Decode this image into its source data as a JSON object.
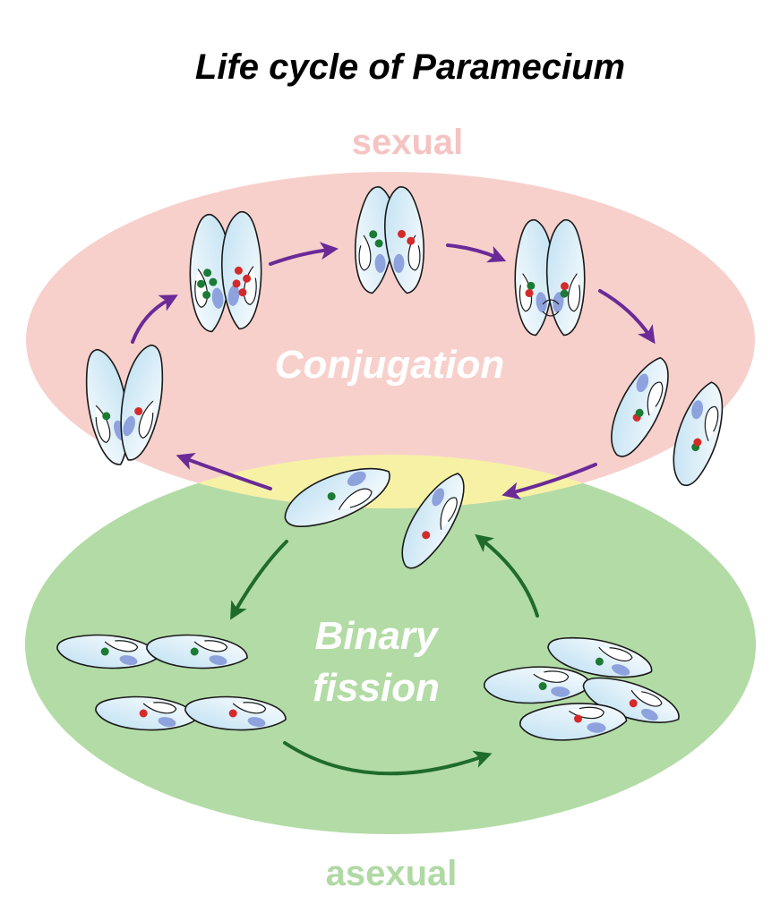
{
  "title": "Life cycle of Paramecium",
  "labels": {
    "sexual": "sexual",
    "asexual": "asexual",
    "conjugation": "Conjugation",
    "binary_line1": "Binary",
    "binary_line2": "fission"
  },
  "colors": {
    "sexual_zone": "#f7d0cc",
    "asexual_zone": "#b3dba6",
    "overlap_zone": "#f7f1a6",
    "sexual_label": "#f5c4c2",
    "asexual_label": "#b0d9a4",
    "zone_text": "#ffffff",
    "cell_fill": "#d5ebf7",
    "cell_stroke": "#1a1a1a",
    "macronucleus": "#8ea2dd",
    "conjugation_arrow": "#6a2a97",
    "fission_arrow": "#1f6b2c",
    "micronucleus_green": "#1b7a34",
    "micronucleus_red": "#d42a2a"
  },
  "stages": {
    "conjugation": [
      "paired cells, one micronucleus each",
      "paired cells, meiosis (4 + 4 micronuclei)",
      "paired cells, two micronuclei each",
      "paired cells, micronuclei exchanged",
      "separated exconjugants with fused micronuclei"
    ],
    "binary_fission": [
      "single green cell",
      "green cell dividing",
      "red cell dividing",
      "daughter cells",
      "single red cell"
    ]
  }
}
